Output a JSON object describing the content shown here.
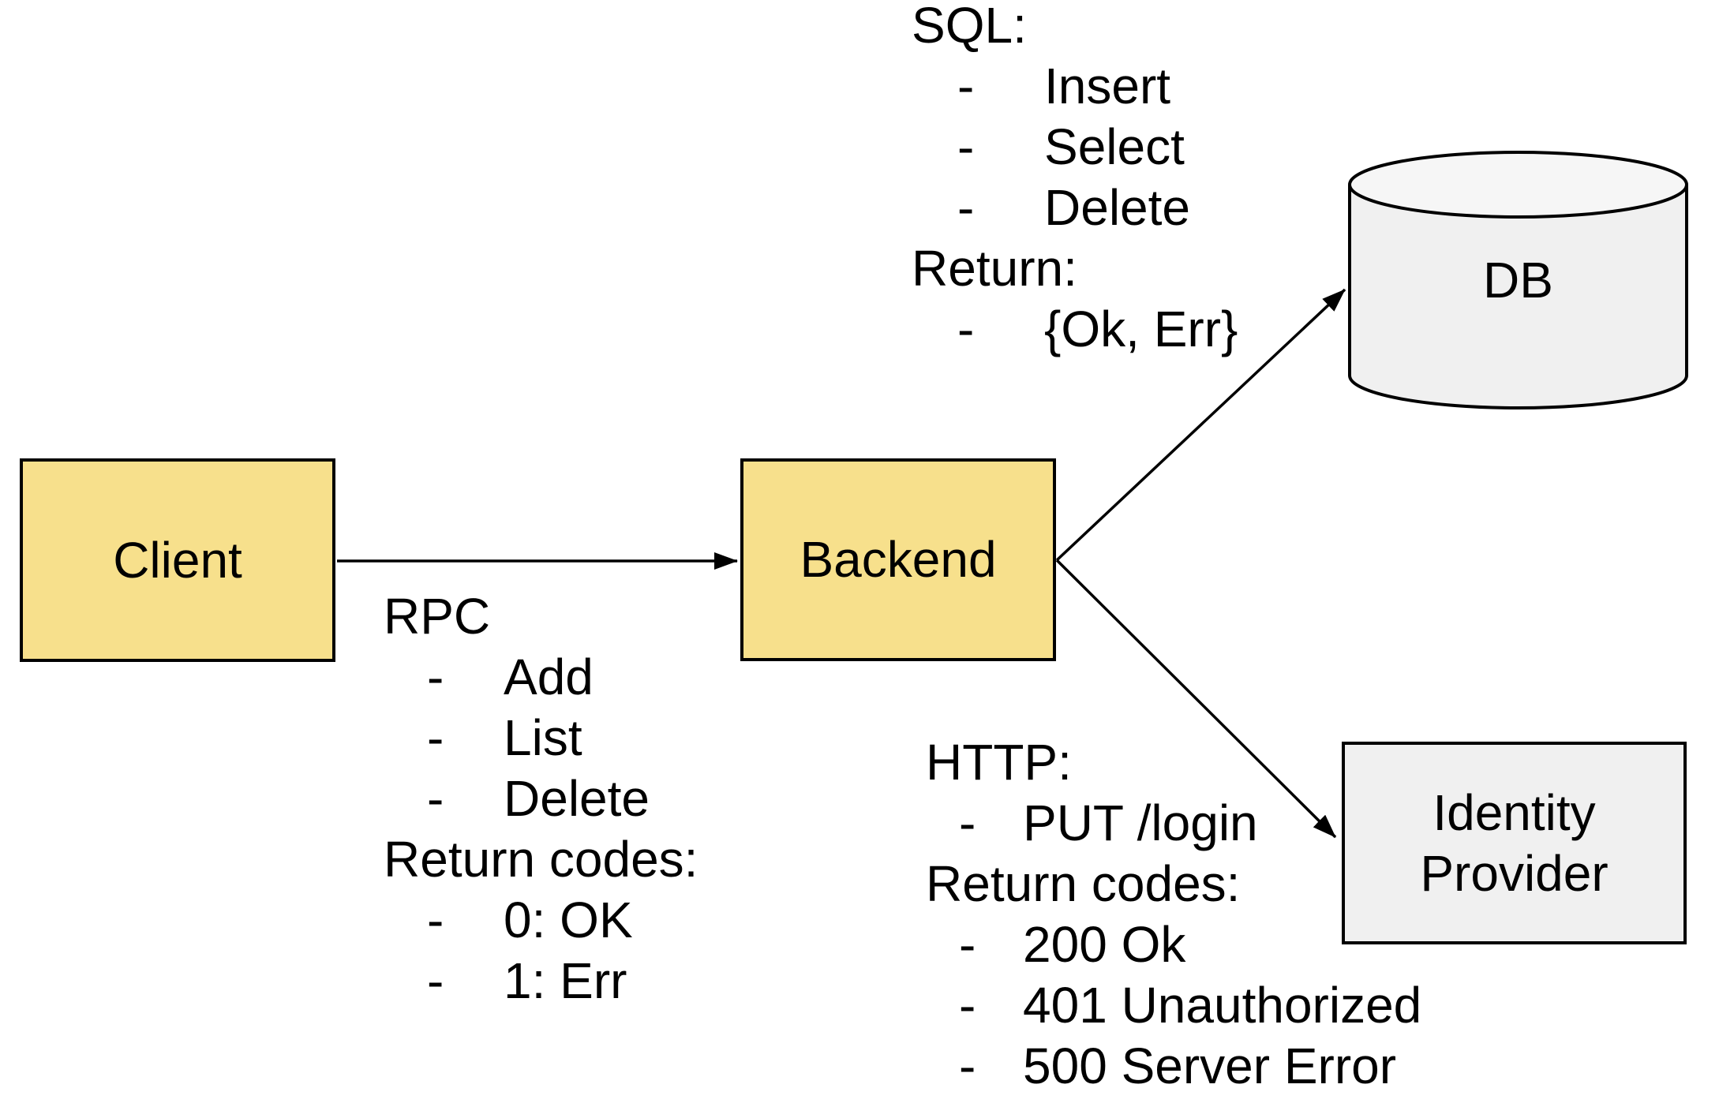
{
  "diagram": {
    "background": "#FFFFFF",
    "text_color": "#000000",
    "stroke_color": "#000000",
    "bullet": "-",
    "nodes": {
      "client": {
        "label": "Client",
        "fill": "#F7E08C"
      },
      "backend": {
        "label": "Backend",
        "fill": "#F7E08C"
      },
      "db": {
        "label": "DB",
        "fill": "#F0F0F0",
        "top_fill": "#F6F6F6"
      },
      "identity_provider": {
        "label": "Identity Provider",
        "fill": "#F0F0F0"
      }
    },
    "annotations": {
      "sql": {
        "title": "SQL:",
        "items": [
          "Insert",
          "Select",
          "Delete"
        ],
        "return_title": "Return:",
        "return_items": [
          "{Ok, Err}"
        ]
      },
      "rpc": {
        "title": "RPC",
        "items": [
          "Add",
          "List",
          "Delete"
        ],
        "return_title": "Return codes:",
        "return_items": [
          "0: OK",
          "1: Err"
        ]
      },
      "http": {
        "title": "HTTP:",
        "items": [
          "PUT /login"
        ],
        "return_title": "Return codes:",
        "return_items": [
          "200 Ok",
          "401 Unauthorized",
          "500 Server Error"
        ]
      }
    }
  }
}
